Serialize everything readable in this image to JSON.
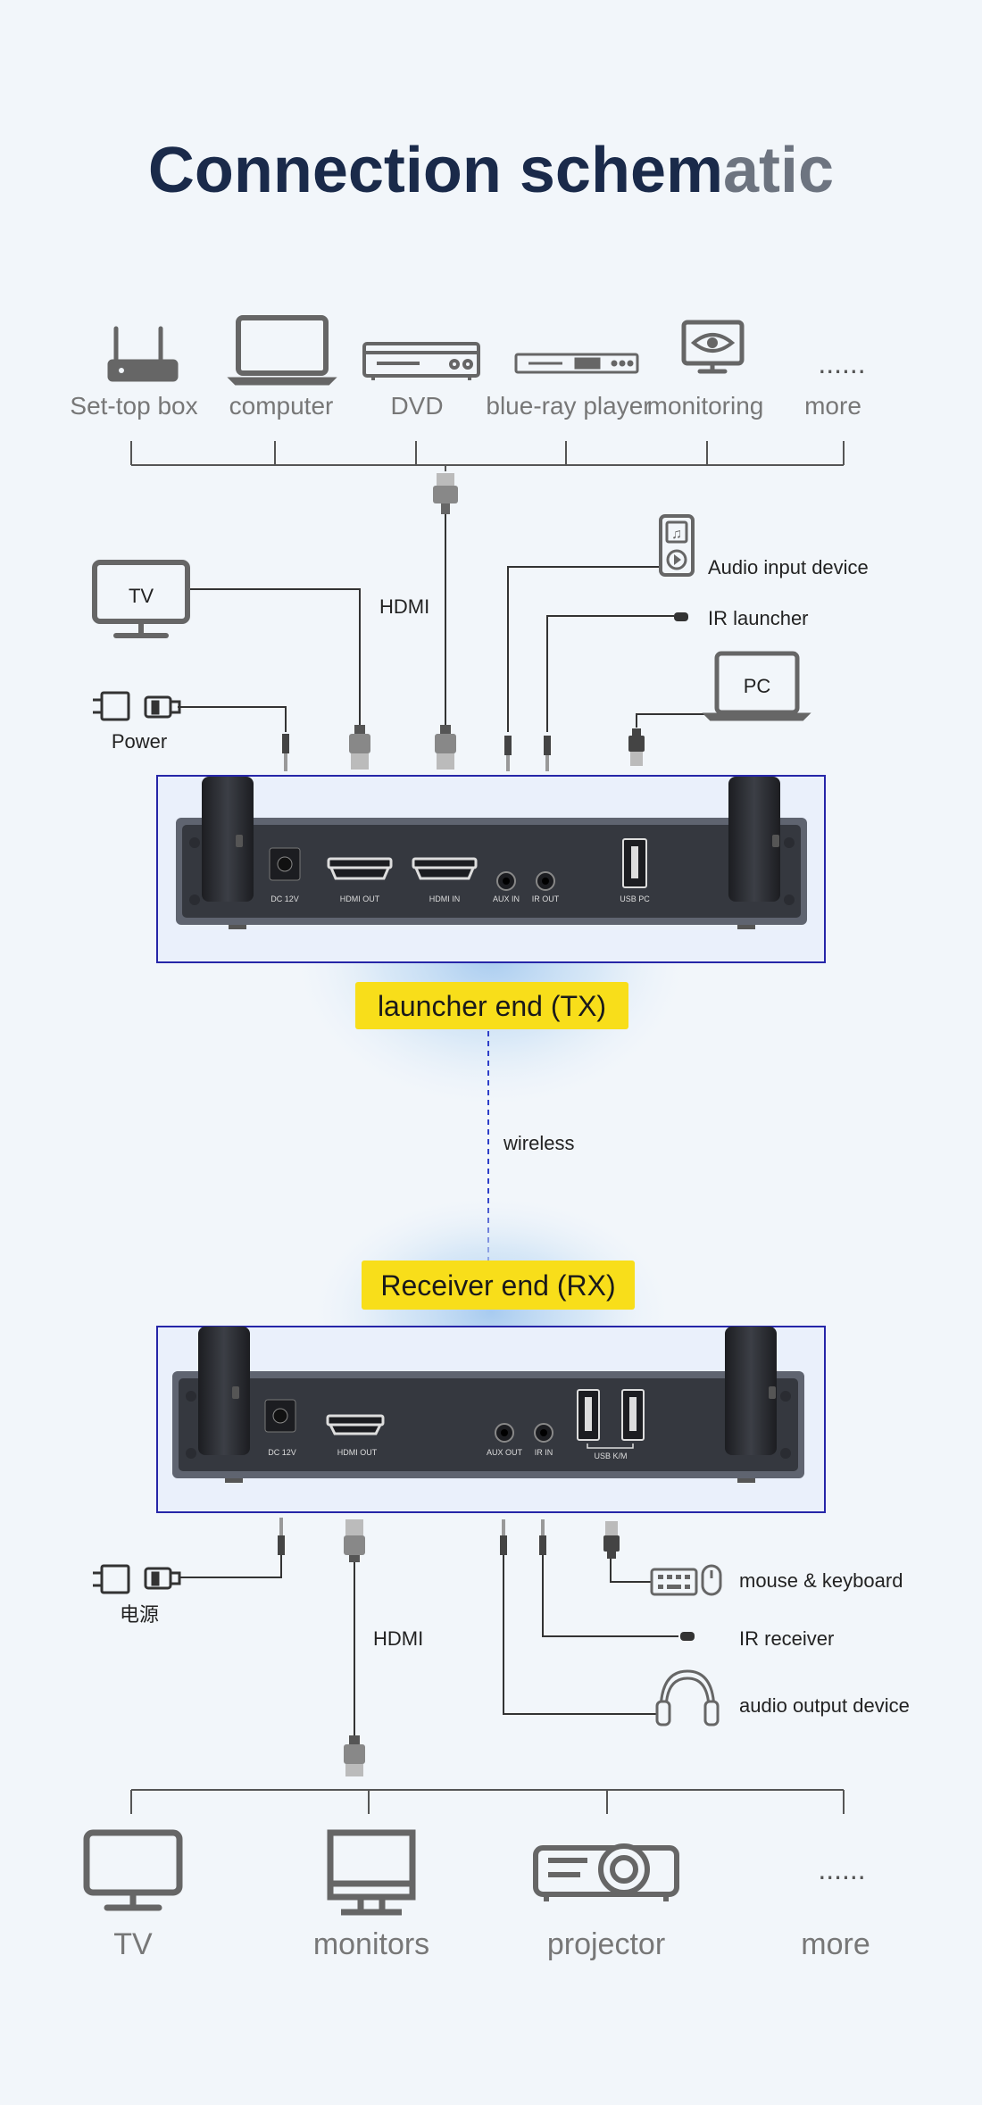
{
  "title": {
    "part1": "Connection schem",
    "part2": "atic"
  },
  "sources": [
    "Set-top box",
    "computer",
    "DVD",
    "blue-ray player",
    "monitoring",
    "more"
  ],
  "more_dots": "......",
  "tx_labels": {
    "tv": "TV",
    "hdmi": "HDMI",
    "audio_input": "Audio input device",
    "ir_launcher": "IR launcher",
    "pc": "PC",
    "power": "Power"
  },
  "tx_ports": [
    "DC 12V",
    "HDMI OUT",
    "HDMI IN",
    "AUX IN",
    "IR OUT",
    "USB PC"
  ],
  "tx_title": "launcher end (TX)",
  "wireless": "wireless",
  "rx_title": "Receiver end (RX)",
  "rx_ports": [
    "DC 12V",
    "HDMI OUT",
    "AUX OUT",
    "IR IN",
    "USB K/M"
  ],
  "rx_labels": {
    "power": "电源",
    "hdmi": "HDMI",
    "mouse_keyboard": "mouse & keyboard",
    "ir_receiver": "IR receiver",
    "audio_output": "audio output device"
  },
  "outputs": [
    "TV",
    "monitors",
    "projector",
    "more"
  ],
  "colors": {
    "background": "#f2f6fa",
    "title_dark": "#1a2a4a",
    "title_light": "#6d7480",
    "label_badge": "#f8de1a",
    "device_body": "#3a3d44",
    "device_frame": "#2626a8",
    "icon_gray": "#666666",
    "wire": "#333333",
    "wireless_dash": "#2e3ec8"
  }
}
